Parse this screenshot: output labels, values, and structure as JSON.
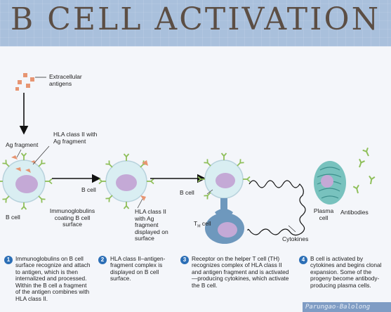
{
  "title": "B CELL ACTIVATION",
  "labels": {
    "extracellular": "Extracellular antigens",
    "ag_fragment": "Ag fragment",
    "hla_with_ag": "HLA class II with Ag fragment",
    "b_cell_1": "B cell",
    "immunoglobulins": "Immunoglobulins coating B cell surface",
    "b_cell_2": "B cell",
    "hla_displayed": "HLA class II with Ag fragment displayed on surface",
    "b_cell_3": "B cell",
    "th_cell": "T",
    "th_sub": "H",
    "th_cell_suffix": " cell",
    "cytokines": "Cytokines",
    "plasma_cell": "Plasma cell",
    "antibodies": "Antibodies"
  },
  "steps": [
    {
      "number": "1",
      "text": "Immunoglobulins on B cell surface recognize and attach to antigen, which is then internalized and processed. Within the B cell a fragment of the antigen combines with HLA class II."
    },
    {
      "number": "2",
      "text": "HLA class II–antigen-fragment complex is displayed on B cell surface."
    },
    {
      "number": "3",
      "text": "Receptor on the helper T cell (TH) recognizes complex of HLA class II and antigen fragment and is activated—producing cytokines, which activate the B cell."
    },
    {
      "number": "4",
      "text": "B cell is activated by cytokines and begins clonal expansion. Some of the progeny become antibody-producing plasma cells."
    }
  ],
  "watermark": "Parungao-Balolong",
  "colors": {
    "title_band": "#a9c0dc",
    "title_text": "#5c4e44",
    "cell_fill": "#d9eef2",
    "nucleus": "#c4a9d6",
    "receptor": "#8fbf5a",
    "antigen": "#e79572",
    "t_cell": "#6e98bd",
    "plasma_cell": "#78c2be",
    "step_badge": "#2c6fb6"
  }
}
